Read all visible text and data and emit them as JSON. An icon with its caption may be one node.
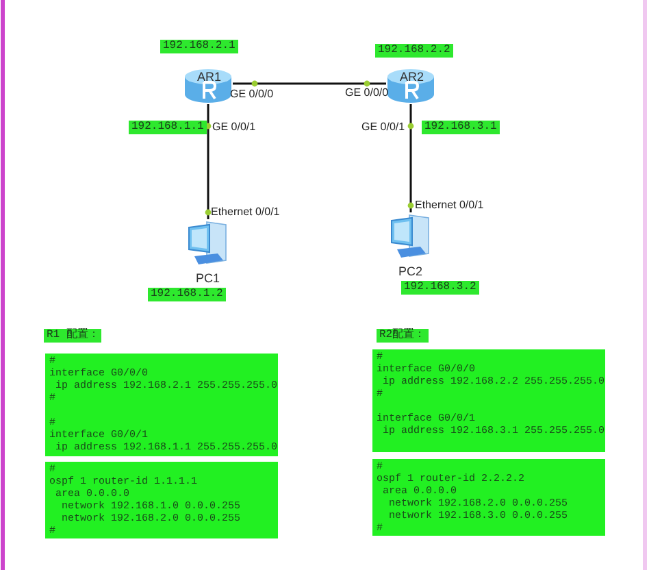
{
  "diagram": {
    "nodes": [
      {
        "text": [
          "AR1"
        ]
      },
      {
        "text": [
          "AR2"
        ]
      },
      {
        "text": [
          "PC1"
        ]
      },
      {
        "text": [
          "PC2"
        ]
      },
      {
        "text": [
          "#",
          "interface G0/0/0",
          " ip address 192.168.2.1 255.255.255.0",
          "#",
          "#",
          "interface G0/0/1",
          " ip address 192.168.1.1 255.255.255.0"
        ]
      },
      {
        "text": [
          "#",
          "ospf 1 router-id 1.1.1.1",
          " area 0.0.0.0",
          "  network 192.168.1.0 0.0.0.255",
          "  network 192.168.2.0 0.0.0.255",
          "#"
        ]
      },
      {
        "text": [
          "#",
          "interface G0/0/0",
          " ip address 192.168.2.2 255.255.255.0",
          "#",
          "interface G0/0/1",
          " ip address 192.168.3.1 255.255.255.0"
        ]
      },
      {
        "text": [
          "#",
          "ospf 1 router-id 2.2.2.2",
          " area 0.0.0.0",
          "  network 192.168.2.0 0.0.0.255",
          "  network 192.168.3.0 0.0.0.255",
          "#"
        ]
      }
    ],
    "edges": [
      {
        "from": 0,
        "to": 1,
        "arrow": "none"
      },
      {
        "from": 0,
        "to": 2,
        "arrow": "none"
      },
      {
        "from": 1,
        "to": 3,
        "arrow": "none"
      }
    ],
    "labels": [
      "192.168.2.1",
      "192.168.2.2",
      "GE 0/0/0",
      "GE 0/0/0",
      "192.168.1.1",
      "GE 0/0/1",
      "GE 0/0/1",
      "192.168.3.1",
      "Ethernet 0/0/1",
      "Ethernet 0/0/1",
      "192.168.3.2",
      "192.168.1.2",
      "R1 配置：",
      "R2配置："
    ]
  }
}
